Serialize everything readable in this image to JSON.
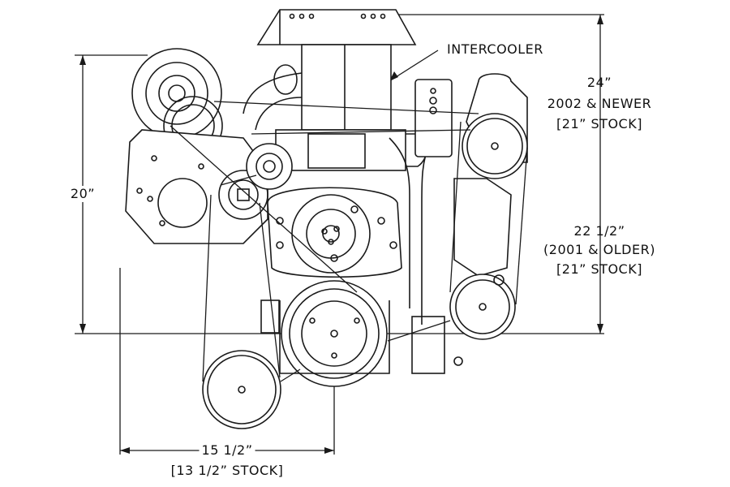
{
  "labels": {
    "intercooler": "INTERCOOLER",
    "height_new": "24”",
    "height_new_note": "2002 & NEWER",
    "height_new_stock": "[21” STOCK]",
    "height_old": "22 1/2”",
    "height_old_note": "(2001 & OLDER)",
    "height_old_stock": "[21” STOCK]",
    "height_left": "20”",
    "width_bottom": "15 1/2”",
    "width_bottom_stock": "[13 1/2” STOCK]"
  },
  "colors": {
    "line": "#1a1a1a",
    "background": "#ffffff"
  }
}
